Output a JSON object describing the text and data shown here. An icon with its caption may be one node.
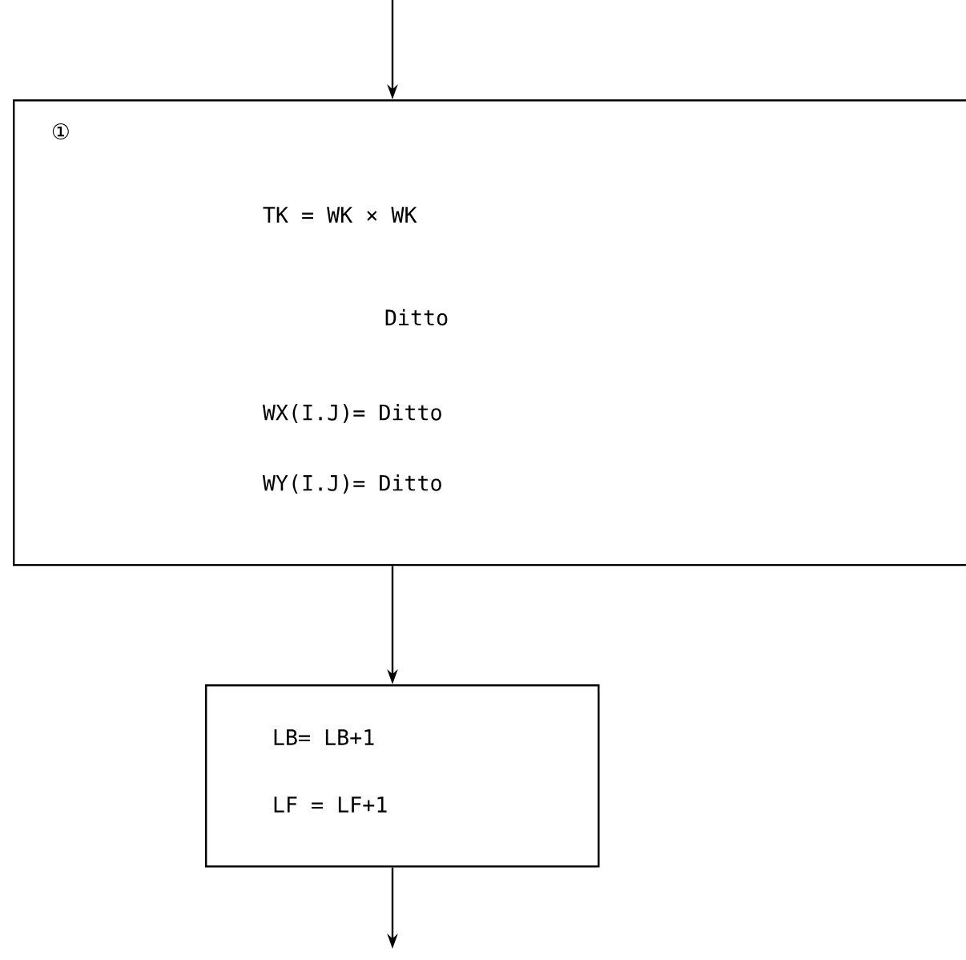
{
  "diagram": {
    "nodes": [
      {
        "text": [
          "①",
          "TK = WK × WK",
          "Ditto",
          "WX(I.J)= Ditto",
          "WY(I.J)= Ditto"
        ]
      },
      {
        "text": [
          "LB= LB+1",
          "LF = LF+1"
        ]
      }
    ],
    "edges": [
      {
        "from": null,
        "to": 0,
        "arrow": "to"
      },
      {
        "from": 0,
        "to": 1,
        "arrow": "to"
      },
      {
        "from": 1,
        "to": null,
        "arrow": "to"
      }
    ]
  }
}
